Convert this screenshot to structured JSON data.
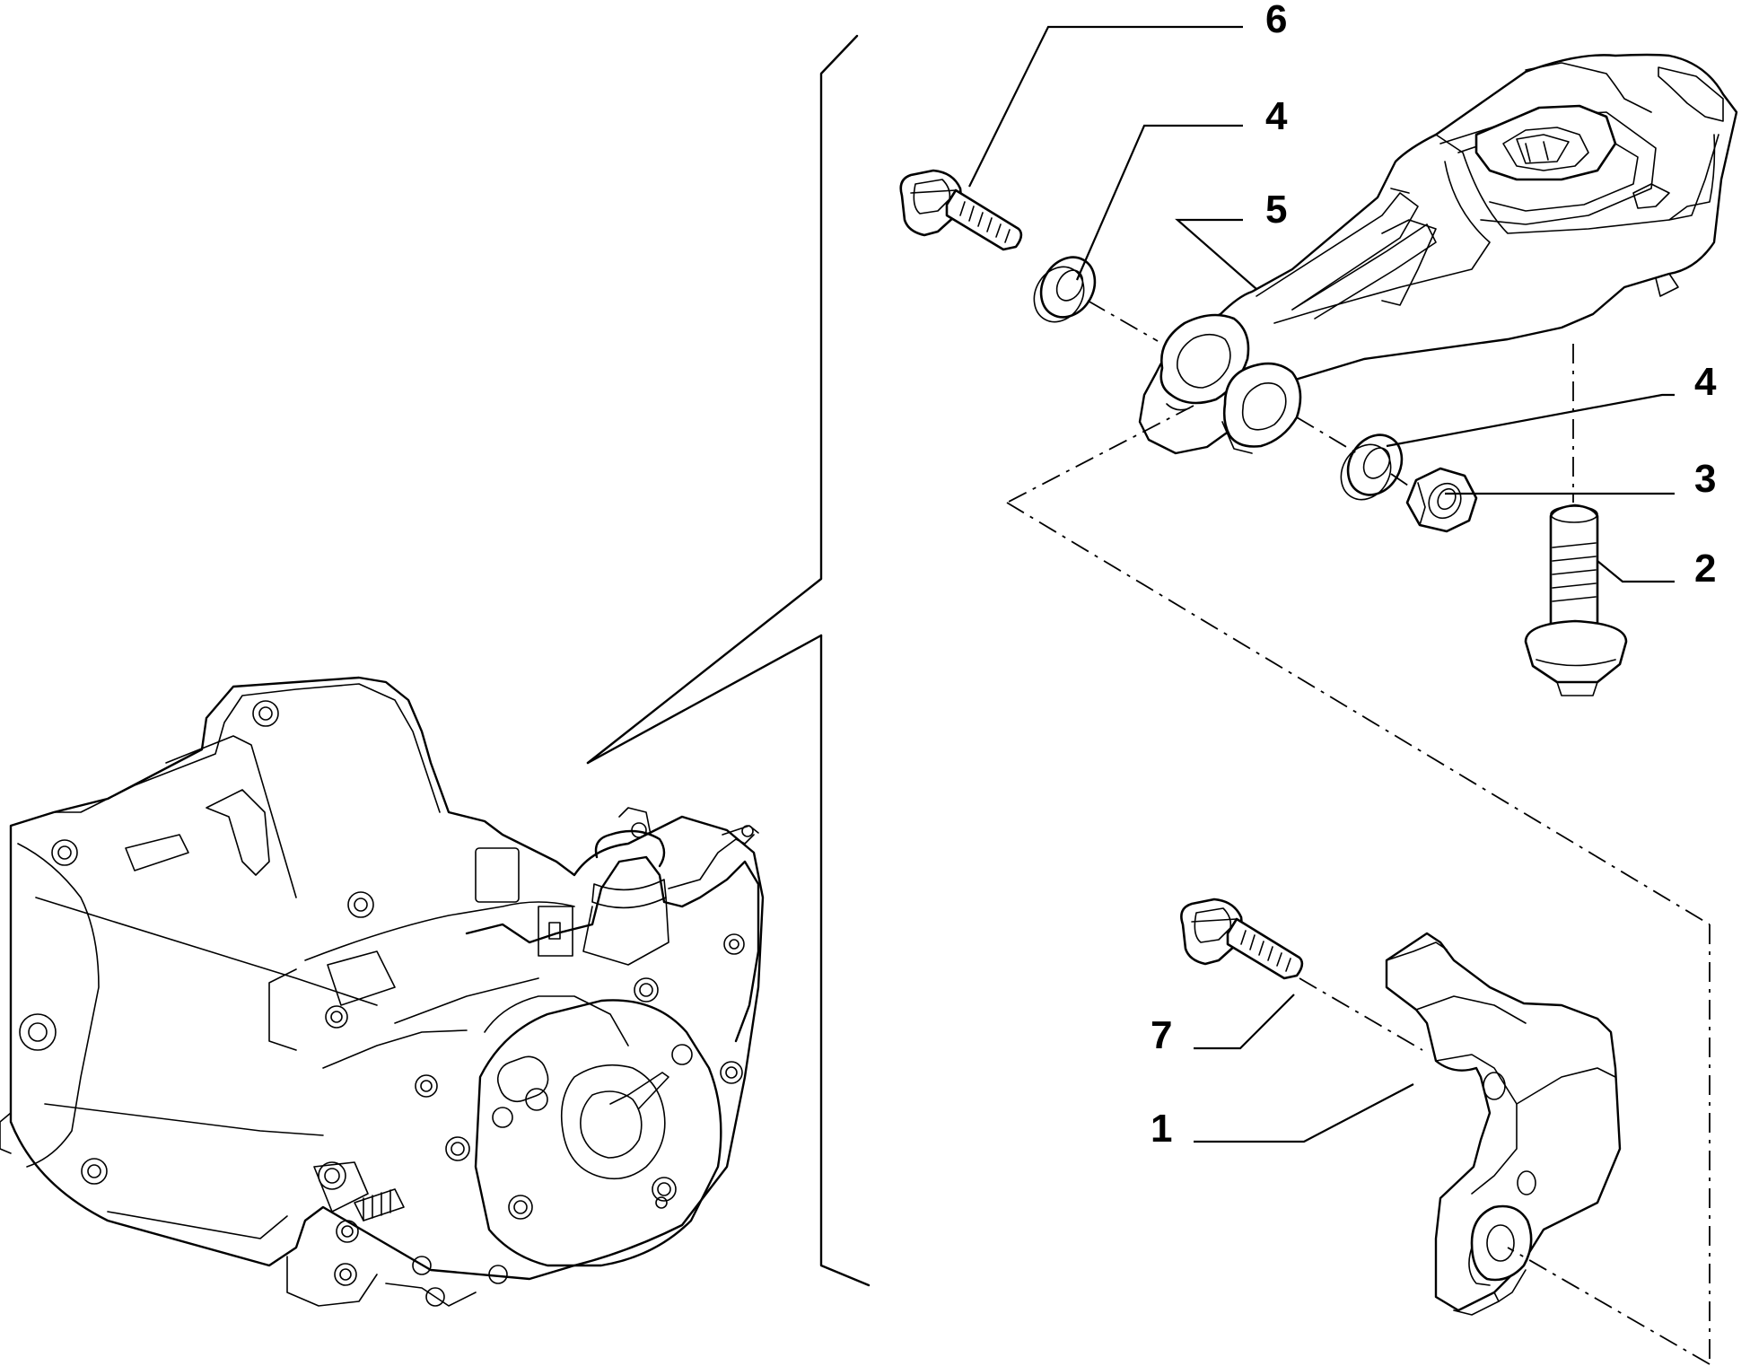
{
  "callouts": [
    {
      "id": "c6",
      "label": "6"
    },
    {
      "id": "c4a",
      "label": "4"
    },
    {
      "id": "c5",
      "label": "5"
    },
    {
      "id": "c4b",
      "label": "4"
    },
    {
      "id": "c3",
      "label": "3"
    },
    {
      "id": "c2",
      "label": "2"
    },
    {
      "id": "c7",
      "label": "7"
    },
    {
      "id": "c1",
      "label": "1"
    }
  ]
}
